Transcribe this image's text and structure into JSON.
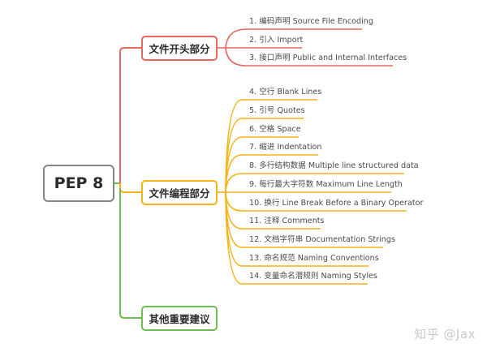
{
  "root": {
    "label": "PEP 8",
    "color": "#7f8690"
  },
  "branches": [
    {
      "label": "文件开头部分",
      "color": "#e8675f",
      "items": [
        "1. 编码声明 Source File Encoding",
        "2. 引入 Import",
        "3. 接口声明 Public and Internal Interfaces"
      ]
    },
    {
      "label": "文件编程部分",
      "color": "#f5b417",
      "items": [
        "4. 空行 Blank Lines",
        "5. 引号 Quotes",
        "6. 空格 Space",
        "7. 缩进 Indentation",
        "8. 多行结构数据 Multiple line structured data",
        "9. 每行最大字符数 Maximum Line Length",
        "10. 换行 Line Break Before a Binary Operator",
        "11. 注释 Comments",
        "12. 文档字符串 Documentation Strings",
        "13. 命名规范 Naming Conventions",
        "14. 变量命名潜规则 Naming Styles"
      ]
    },
    {
      "label": "其他重要建议",
      "color": "#6cbf4e",
      "items": []
    }
  ],
  "watermark": "知乎 @Jax"
}
